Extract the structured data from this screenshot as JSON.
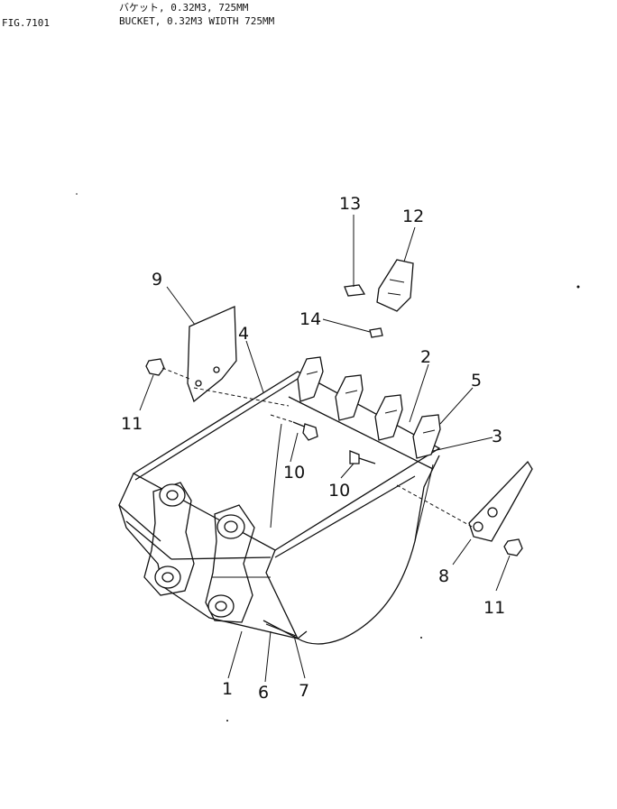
{
  "header": {
    "fig_id": "FIG.7101",
    "title_jp": "バケット, 0.32M3, 725MM",
    "title_en": "BUCKET, 0.32M3 WIDTH 725MM"
  },
  "callouts": {
    "c1": "1",
    "c2": "2",
    "c3": "3",
    "c4": "4",
    "c5": "5",
    "c6": "6",
    "c7": "7",
    "c8": "8",
    "c9": "9",
    "c10a": "10",
    "c10b": "10",
    "c11a": "11",
    "c11b": "11",
    "c12": "12",
    "c13": "13",
    "c14": "14"
  }
}
